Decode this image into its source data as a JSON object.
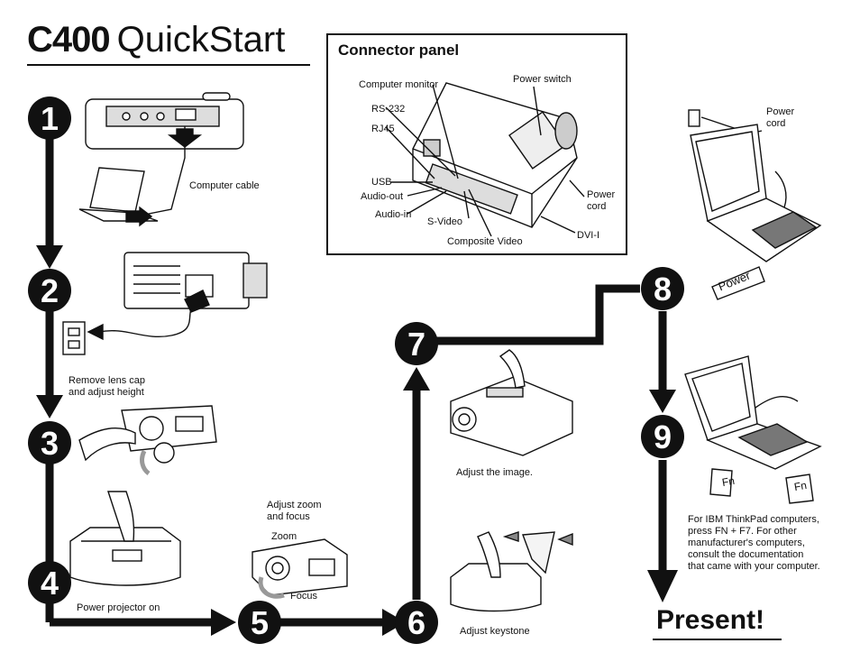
{
  "title": {
    "model": "C400",
    "rest": "QuickStart"
  },
  "connector_panel": {
    "title": "Connector panel",
    "labels": {
      "computer_monitor": "Computer monitor",
      "power_switch": "Power switch",
      "rs232": "RS-232",
      "rj45": "RJ45",
      "usb": "USB",
      "audio_out": "Audio-out",
      "audio_in": "Audio-in",
      "s_video": "S-Video",
      "composite_video": "Composite Video",
      "power_cord": "Power\ncord",
      "dvi": "DVI-I"
    }
  },
  "steps": [
    "1",
    "2",
    "3",
    "4",
    "5",
    "6",
    "7",
    "8",
    "9"
  ],
  "captions": {
    "computer_cable": "Computer cable",
    "lens_cap": "Remove lens cap\nand adjust height",
    "power_on": "Power projector on",
    "zoom_focus": "Adjust zoom\nand focus",
    "zoom": "Zoom",
    "focus": "Focus",
    "adjust_image": "Adjust the image.",
    "keystone": "Adjust keystone",
    "power_cord": "Power\ncord",
    "power_key": "Power",
    "fn_key": "Fn",
    "thinkpad_note": "For IBM ThinkPad computers,\npress FN + F7. For other\nmanufacturer's computers,\nconsult the documentation\nthat came with your computer.",
    "present": "Present!"
  }
}
